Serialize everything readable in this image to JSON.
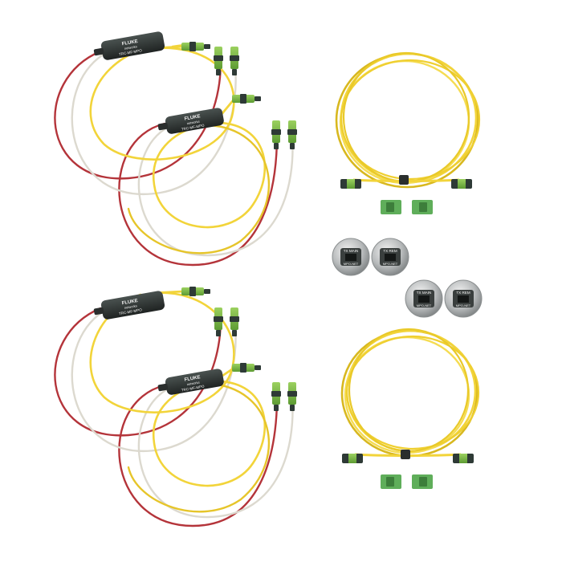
{
  "image": {
    "background": "#ffffff",
    "colors": {
      "yellow_jacket": "#f2d43a",
      "yellow_shade": "#c9a914",
      "red_jacket": "#b4343a",
      "white_jacket": "#e7e5de",
      "mpo_green": "#7dbf45",
      "mpo_dark": "#2e3a36",
      "adapter_green": "#5fae5a",
      "breakout_body": "#2f3433",
      "metal": "#b9bcbd"
    },
    "objects": {
      "reference_cord_sets": [
        {
          "breakouts": [
            {
              "brand": "FLUKE",
              "sublabel": "networks",
              "text": "TRC-MF-MPO"
            },
            {
              "brand": "FLUKE",
              "sublabel": "networks",
              "text": "TRC-MF-MPO"
            }
          ]
        },
        {
          "breakouts": [
            {
              "brand": "FLUKE",
              "sublabel": "networks",
              "text": "TRC-MF-MPO"
            },
            {
              "brand": "FLUKE",
              "sublabel": "networks",
              "text": "TRC-MF-MPO"
            }
          ]
        }
      ],
      "coiled_patch_cords": 2,
      "adapters": [
        {
          "top": "TX MAIN",
          "bottom": "MPO-NET"
        },
        {
          "top": "TX REM",
          "bottom": "MPO-NET"
        },
        {
          "top": "TX MAIN",
          "bottom": "MPO-NET"
        },
        {
          "top": "TX REM",
          "bottom": "MPO-NET"
        }
      ]
    }
  }
}
